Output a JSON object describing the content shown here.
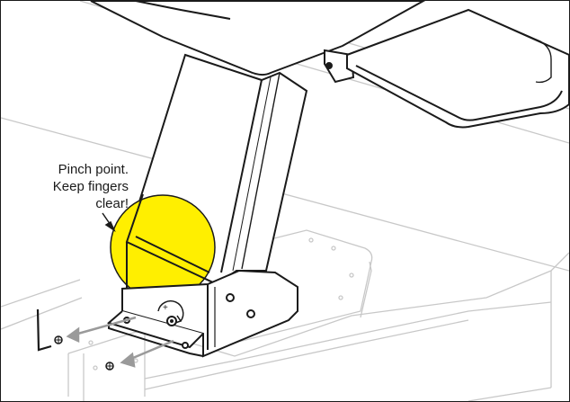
{
  "callout": {
    "lines": [
      "Pinch point.",
      "Keep fingers",
      "clear!"
    ]
  },
  "colors": {
    "highlight": "#ffef00",
    "line": "#1a1a1a",
    "faint": "#c8c8c8",
    "arrow": "#9a9a9a"
  },
  "icons": [
    "allen-key-icon",
    "screw-icon",
    "rotation-arrow-icon",
    "pointer-arrow-icon"
  ]
}
